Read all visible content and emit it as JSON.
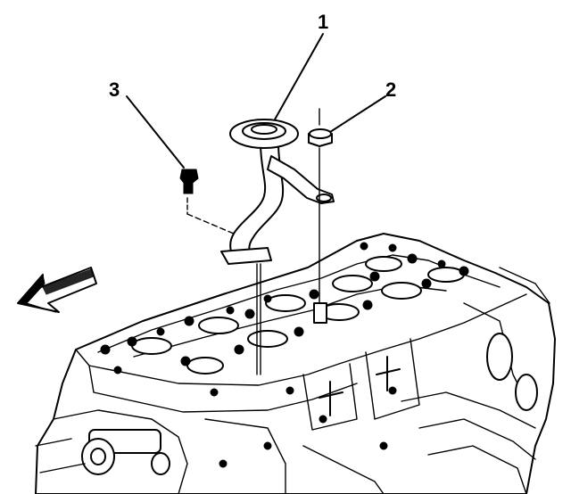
{
  "callouts": [
    {
      "id": "1",
      "label": "1",
      "part": "oil-level-indicator-tube"
    },
    {
      "id": "2",
      "label": "2",
      "part": "stud-nut"
    },
    {
      "id": "3",
      "label": "3",
      "part": "bolt"
    }
  ],
  "direction_arrow": {
    "meaning": "front-of-engine"
  },
  "colors": {
    "ink": "#000000",
    "paper": "#ffffff"
  }
}
